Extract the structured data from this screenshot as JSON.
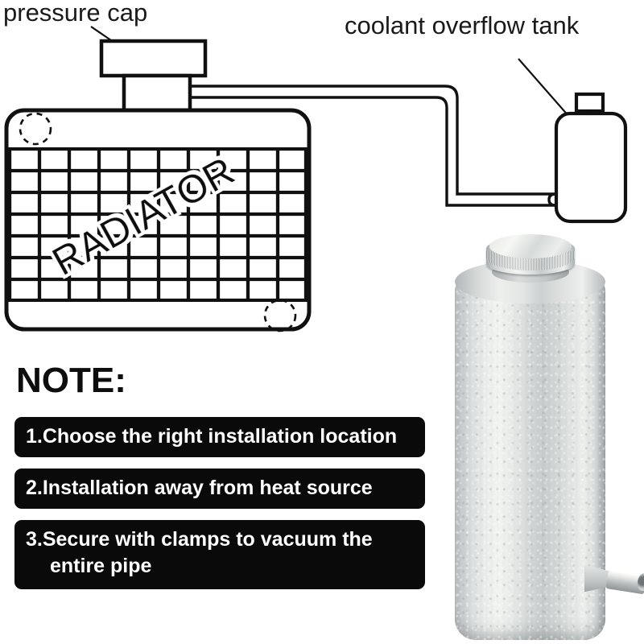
{
  "diagram": {
    "labels": {
      "pressure_cap": "pressure cap",
      "coolant_overflow_tank": "coolant overflow tank",
      "radiator": "RADIATOR"
    },
    "parts": {
      "pressure_cap_icon": "pressure-cap",
      "radiator_icon": "radiator-core",
      "hose_icon": "coolant-hose",
      "overflow_tank_icon": "overflow-tank"
    }
  },
  "note": {
    "heading": "NOTE:",
    "items": [
      {
        "text": "1.Choose the right installation location",
        "continuation": ""
      },
      {
        "text": "2.Installation away from heat source",
        "continuation": ""
      },
      {
        "text": "3.Secure with clamps to vacuum the",
        "continuation": "entire pipe"
      }
    ]
  },
  "product_photo": {
    "name": "aluminum-coolant-overflow-tank",
    "cap": "knurled-cap",
    "outlet": "barbed-outlet-fitting"
  },
  "colors": {
    "ink": "#1a1a1a",
    "note_box_bg": "#0a0a0a",
    "note_box_text": "#ffffff",
    "page_bg": "#ffffff",
    "metal_light": "#f2f4f1",
    "metal_mid": "#c7cbcb",
    "metal_dark": "#9a9ea0"
  },
  "chart_data": null
}
